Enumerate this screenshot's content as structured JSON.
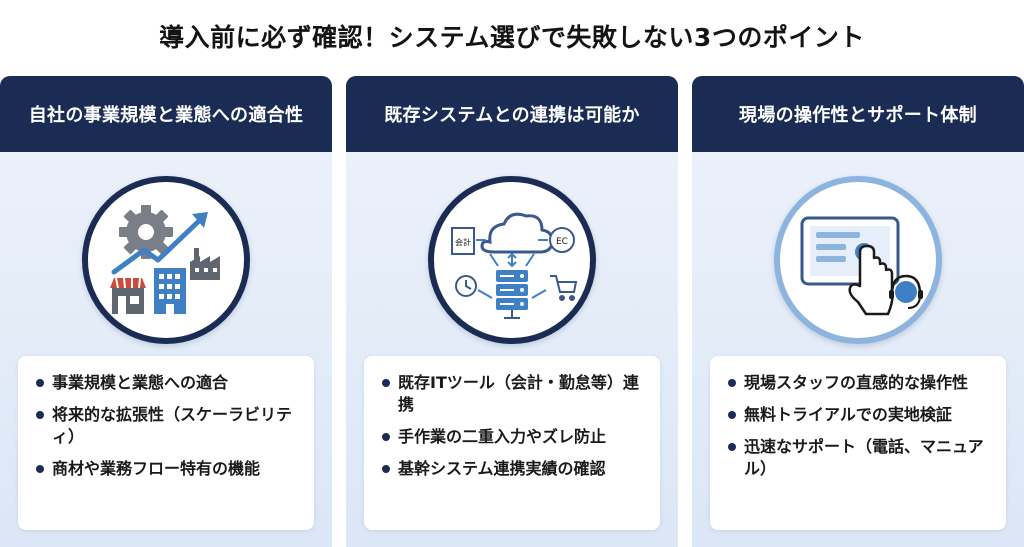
{
  "title": "導入前に必ず確認！システム選びで失敗しない3つのポイント",
  "cards": [
    {
      "header": "自社の事業規模と業態への適合性",
      "icon": "business-scale-icon",
      "points": [
        "事業規模と業態への適合",
        "将来的な拡張性（スケーラビリティ）",
        "商材や業務フロー特有の機能"
      ]
    },
    {
      "header": "既存システムとの連携は可能か",
      "icon": "cloud-integration-icon",
      "icon_labels": {
        "accounting": "会計",
        "ec": "EC"
      },
      "points": [
        "既存ITツール（会計・勤怠等）連携",
        "手作業の二重入力やズレ防止",
        "基幹システム連携実績の確認"
      ]
    },
    {
      "header": "現場の操作性とサポート体制",
      "icon": "tablet-support-icon",
      "points": [
        "現場スタッフの直感的な操作性",
        "無料トライアルでの実地検証",
        "迅速なサポート（電話、マニュアル）"
      ]
    }
  ],
  "colors": {
    "navy": "#1b2c54",
    "accent_blue": "#3f7fc4",
    "light_blue": "#8db3df",
    "card_bg": "#e4ecf8"
  }
}
